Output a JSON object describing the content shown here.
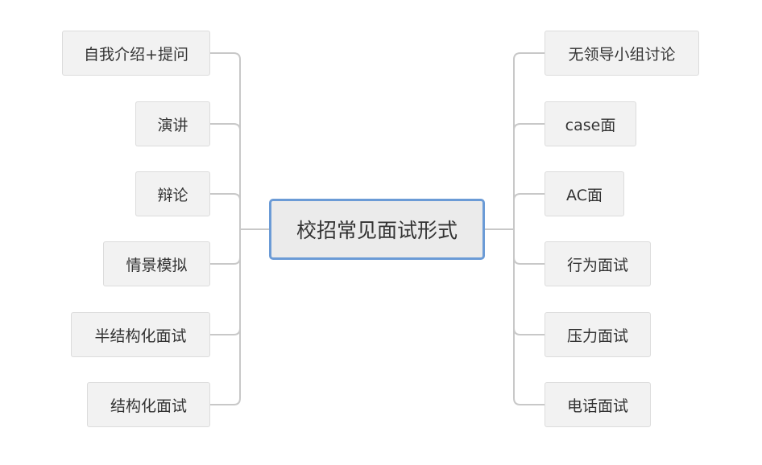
{
  "root": {
    "label": "校招常见面试形式"
  },
  "left_branches": [
    {
      "label": "自我介绍+提问"
    },
    {
      "label": "演讲"
    },
    {
      "label": "辩论"
    },
    {
      "label": "情景模拟"
    },
    {
      "label": "半结构化面试"
    },
    {
      "label": "结构化面试"
    }
  ],
  "right_branches": [
    {
      "label": "无领导小组讨论"
    },
    {
      "label": "case面"
    },
    {
      "label": "AC面"
    },
    {
      "label": "行为面试"
    },
    {
      "label": "压力面试"
    },
    {
      "label": "电话面试"
    }
  ],
  "colors": {
    "connector": "#c8c8c8",
    "root_border": "#6b9bd6",
    "node_fill": "#f2f2f2",
    "text": "#333333"
  }
}
